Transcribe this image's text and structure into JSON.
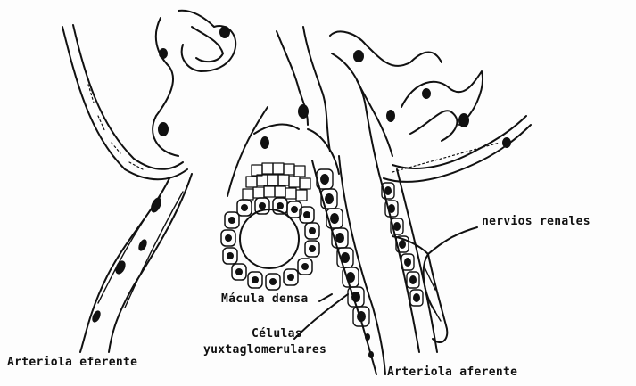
{
  "labels": {
    "efferent": "Arteriola eferente",
    "afferent": "Arteriola aferente",
    "macula": "Mácula densa",
    "jg_line1": "Células",
    "jg_line2": "yuxtaglomerulares",
    "nerves": "nervios renales"
  },
  "colors": {
    "ink": "#111111",
    "paper": "#fdfdfd"
  }
}
